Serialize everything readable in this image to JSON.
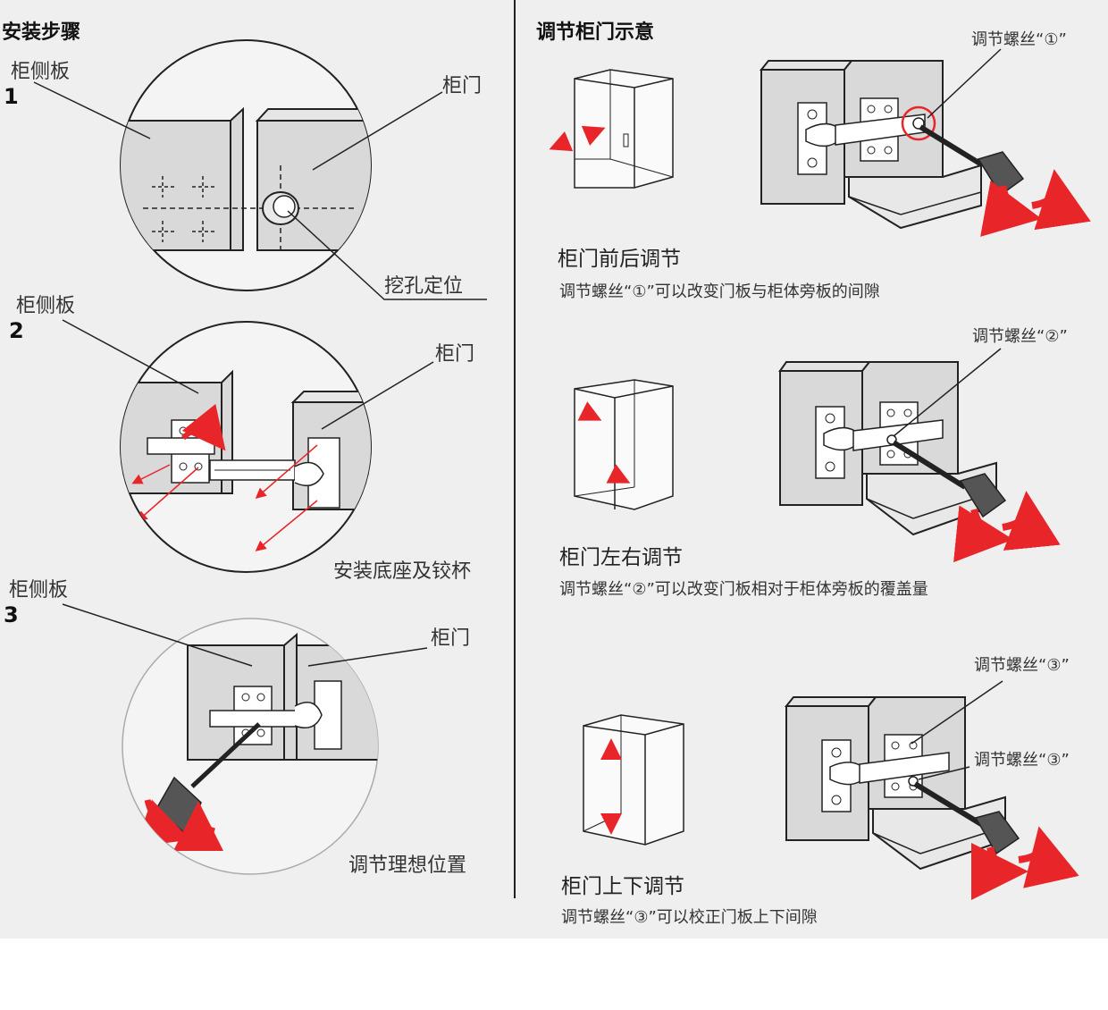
{
  "left": {
    "title": "安装步骤",
    "steps": [
      {
        "number": "1",
        "side_label": "柜侧板",
        "door_label": "柜门",
        "action": "挖孔定位"
      },
      {
        "number": "2",
        "side_label": "柜侧板",
        "door_label": "柜门",
        "action": "安装底座及铰杯"
      },
      {
        "number": "3",
        "side_label": "柜侧板",
        "door_label": "柜门",
        "action": "调节理想位置"
      }
    ]
  },
  "right": {
    "title": "调节柜门示意",
    "sections": [
      {
        "caption": "柜门前后调节",
        "description": "调节螺丝“①”可以改变门板与柜体旁板的间隙",
        "screw_labels": [
          "调节螺丝“①”"
        ]
      },
      {
        "caption": "柜门左右调节",
        "description": "调节螺丝“②”可以改变门板相对于柜体旁板的覆盖量",
        "screw_labels": [
          "调节螺丝“②”"
        ]
      },
      {
        "caption": "柜门上下调节",
        "description": "调节螺丝“③”可以校正门板上下间隙",
        "screw_labels": [
          "调节螺丝“③”",
          "调节螺丝“③”"
        ]
      }
    ]
  },
  "colors": {
    "accent": "#e8262a",
    "line": "#222222",
    "panel": "#efefef",
    "surface": "#d9d9d9"
  }
}
